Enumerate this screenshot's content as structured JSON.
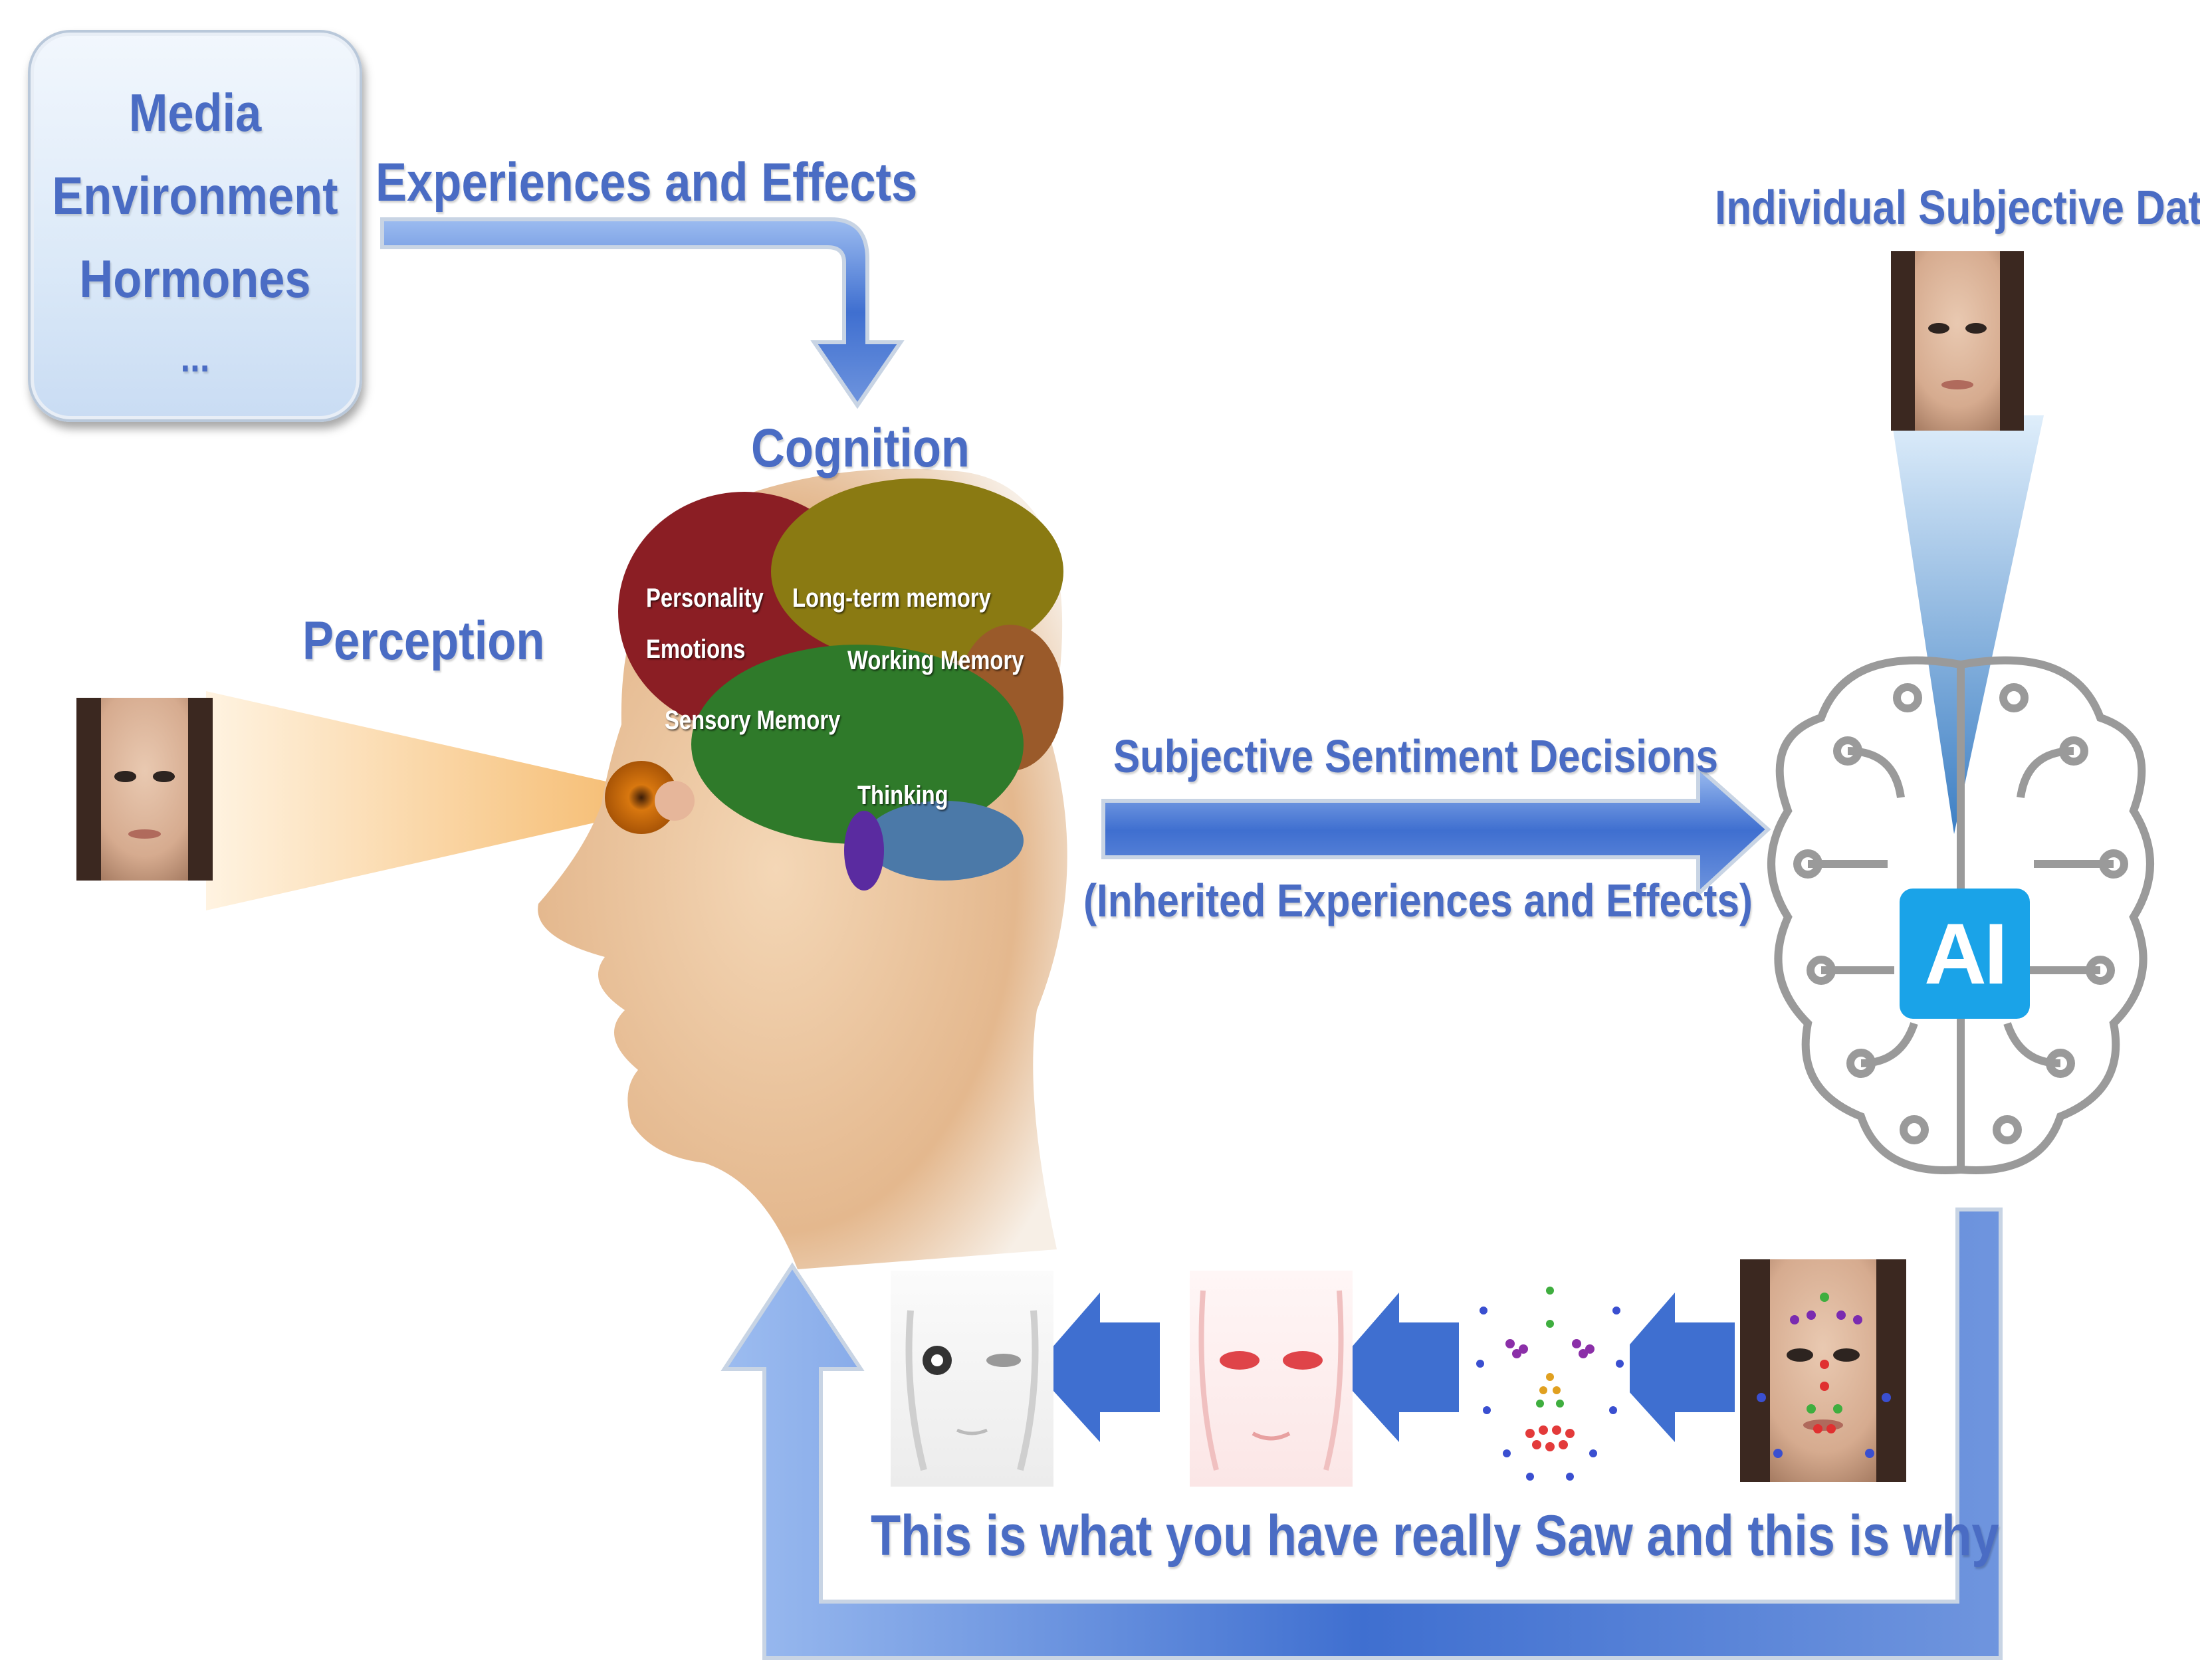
{
  "input_box": {
    "line1": "Media",
    "line2": "Environment",
    "line3": "Hormones",
    "line4": "..."
  },
  "labels": {
    "experiences_effects": "Experiences and Effects",
    "cognition": "Cognition",
    "perception": "Perception",
    "individual_subjective_data": "Individual Subjective Data",
    "subjective_sentiment_decisions": "Subjective Sentiment Decisions",
    "inherited_experiences": "(Inherited Experiences and Effects)",
    "feedback_caption": "This is what you have really Saw and this is why"
  },
  "brain_regions": {
    "personality": "Personality",
    "long_term_memory": "Long-term memory",
    "emotions": "Emotions",
    "working_memory": "Working Memory",
    "sensory_memory": "Sensory Memory",
    "thinking": "Thinking"
  },
  "ai_chip": {
    "text": "AI"
  },
  "colors": {
    "label_blue": "#4a6cc4",
    "arrow_blue": "#3f6fd0",
    "arrow_light": "#8fb3ee",
    "chip_blue": "#1aa3e8",
    "cone_yellow": "#f7c98a"
  }
}
